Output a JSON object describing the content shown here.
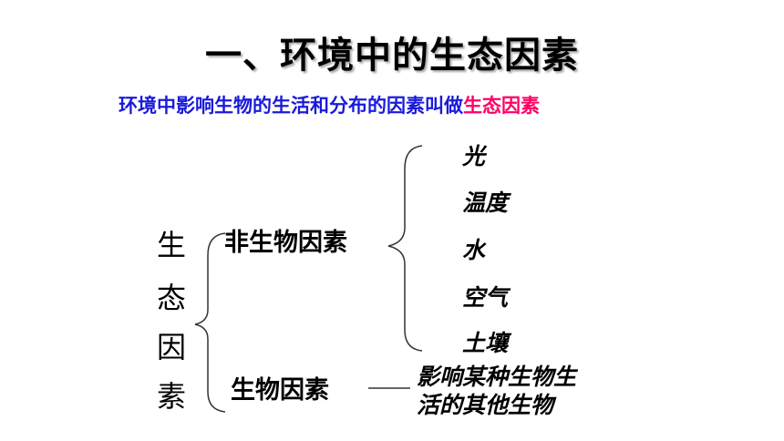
{
  "slide": {
    "title": "一、环境中的生态因素",
    "definition": {
      "text": "环境中影响生物的生活和分布的因素叫做",
      "term": "生态因素"
    },
    "root_chars": [
      "生",
      "态",
      "因",
      "素"
    ],
    "branches": {
      "abiotic": {
        "label": "非生物因素",
        "items": [
          "光",
          "温度",
          "水",
          "空气",
          "土壤"
        ]
      },
      "biotic": {
        "label": "生物因素",
        "description_lines": [
          "影响某种生物生",
          "活的其他生物"
        ]
      }
    },
    "colors": {
      "definition": "#1a1adc",
      "term": "#ff0066",
      "text": "#000000"
    }
  }
}
